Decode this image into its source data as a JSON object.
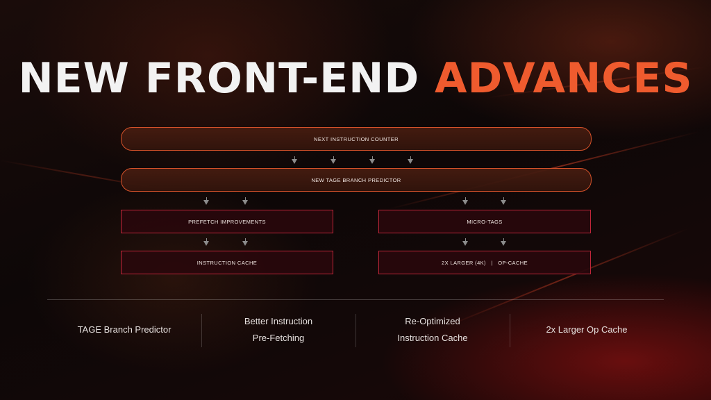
{
  "title": {
    "white": "NEW FRONT-END",
    "accent": "ADVANCES"
  },
  "diagram": {
    "next_instruction_counter": "NEXT INSTRUCTION COUNTER",
    "tage_branch_predictor": "NEW TAGE BRANCH PREDICTOR",
    "prefetch_improvements": "PREFETCH IMPROVEMENTS",
    "instruction_cache": "INSTRUCTION CACHE",
    "micro_tags": "MICRO-TAGS",
    "op_cache": "2X LARGER (4K)   |   OP-CACHE"
  },
  "features": [
    {
      "line1": "TAGE Branch Predictor",
      "line2": ""
    },
    {
      "line1": "Better Instruction",
      "line2": "Pre-Fetching"
    },
    {
      "line1": "Re-Optimized",
      "line2": "Instruction Cache"
    },
    {
      "line1": "2x Larger Op Cache",
      "line2": ""
    }
  ],
  "colors": {
    "accent": "#ef5b2e",
    "pill_border": "#d6522a",
    "box_border": "#c0263a"
  }
}
